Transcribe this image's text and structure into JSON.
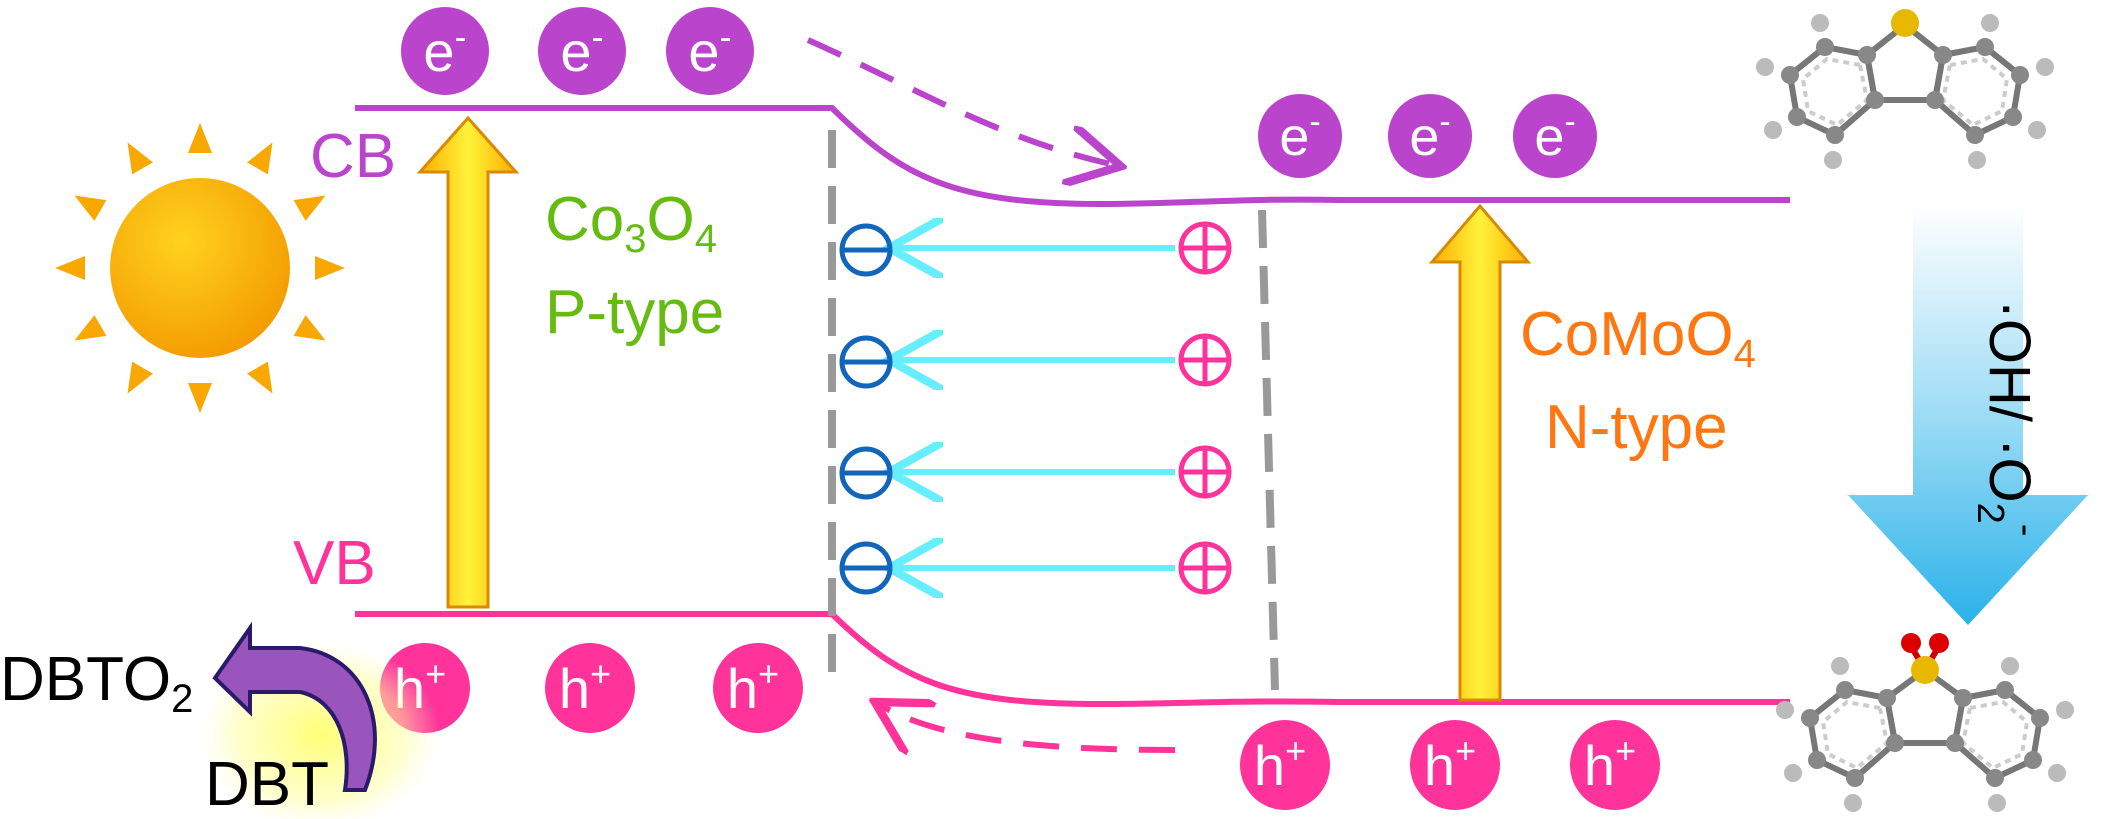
{
  "colors": {
    "cb_line": "#bb44cc",
    "vb_line": "#ff3399",
    "electron": "#bb44cc",
    "hole": "#ff3399",
    "co3o4_text": "#66bb11",
    "comoo4_text": "#ff7711",
    "minus_sign": "#1166bb",
    "plus_sign": "#ff3399",
    "field_arrow": "#66eeff",
    "sun_core": "#f8a800",
    "excitation_arrow": "#ffcc00",
    "dashed_boundary": "#999999",
    "reaction_arrow": "#66c8f0"
  },
  "band_labels": {
    "cb": "CB",
    "vb": "VB"
  },
  "co3o4": {
    "formula_main": "Co",
    "formula_sub1": "3",
    "formula_mid": "O",
    "formula_sub2": "4",
    "type": "P-type"
  },
  "comoo4": {
    "formula_main": "CoMoO",
    "formula_sub": "4",
    "type": "N-type"
  },
  "carriers": {
    "electron_base": "e",
    "electron_sup": "-",
    "hole_base": "h",
    "hole_sup": "+"
  },
  "reaction": {
    "radicals_1": "·OH/ ·O",
    "radicals_sub": "2",
    "radicals_sup": "-"
  },
  "dbt": {
    "product_main": "DBTO",
    "product_sub": "2",
    "reactant": "DBT"
  },
  "icons": {
    "sun": "sun-icon",
    "dbt_molecule": "dibenzothiophene-molecule-icon",
    "dbto2_molecule": "dibenzothiophene-sulfone-molecule-icon"
  }
}
